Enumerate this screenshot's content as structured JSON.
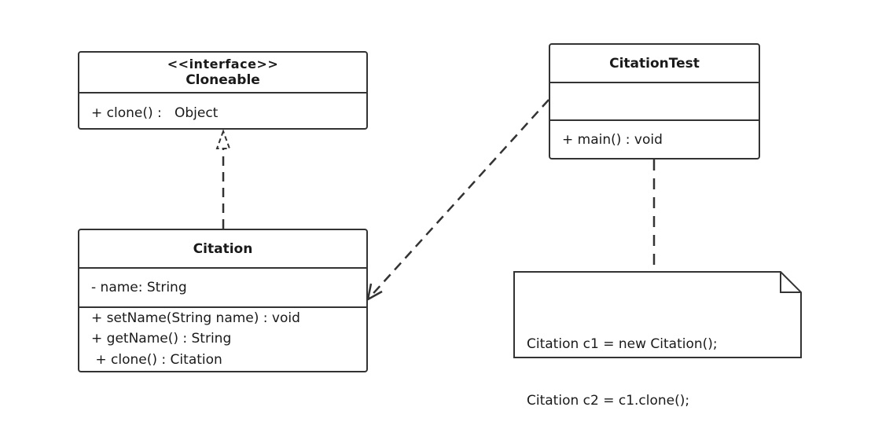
{
  "diagram": {
    "classes": {
      "cloneable": {
        "stereotype": "<<interface>>",
        "name": "Cloneable",
        "methods": [
          "+ clone() :   Object"
        ]
      },
      "citation_test": {
        "name": "CitationTest",
        "attributes": [],
        "methods": [
          "+ main() : void"
        ]
      },
      "citation": {
        "name": "Citation",
        "attributes": [
          "- name: String"
        ],
        "methods": [
          "+ setName(String name) : void",
          "+ getName() : String",
          " + clone() : Citation"
        ]
      }
    },
    "note": {
      "lines": [
        "Citation c1 = new Citation();",
        "Citation c2 = c1.clone();"
      ]
    },
    "relationships": [
      {
        "type": "realization",
        "from": "Citation",
        "to": "Cloneable"
      },
      {
        "type": "dependency",
        "from": "CitationTest",
        "to": "Citation"
      },
      {
        "type": "note-anchor",
        "from": "CitationTest",
        "to": "note"
      }
    ],
    "colors": {
      "line": "#333333",
      "background": "#ffffff"
    }
  }
}
